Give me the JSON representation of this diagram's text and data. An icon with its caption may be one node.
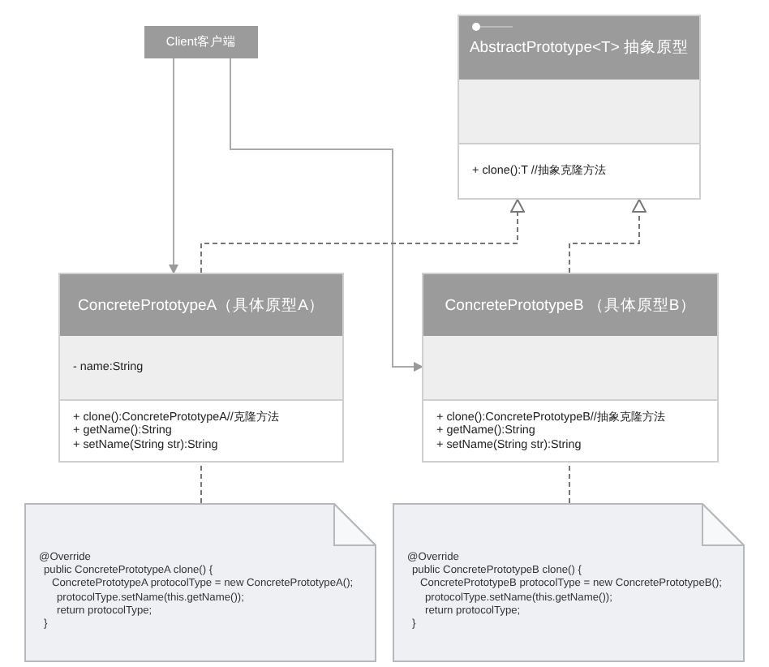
{
  "diagram": {
    "nodes": [
      {
        "text": [
          "Client客户端"
        ]
      },
      {
        "text": [
          "AbstractPrototype<T> 抽象原型",
          "+ clone():T //抽象克隆方法"
        ]
      },
      {
        "text": [
          "ConcretePrototypeA（具体原型A）",
          "- name:String",
          "+ clone():ConcretePrototypeA//克隆方法",
          "+ getName():String",
          "+ setName(String str):String"
        ]
      },
      {
        "text": [
          "ConcretePrototypeB （具体原型B）",
          "+ clone():ConcretePrototypeB//抽象克隆方法",
          "+ getName():String",
          "+ setName(String str):String"
        ]
      },
      {
        "text": [
          "@Override",
          "public ConcretePrototypeA clone() {",
          "ConcretePrototypeA protocolType = new ConcretePrototypeA();",
          "protocolType.setName(this.getName());",
          "return protocolType;",
          "}"
        ]
      },
      {
        "text": [
          "@Override",
          "public ConcretePrototypeB clone() {",
          "ConcretePrototypeB protocolType = new ConcretePrototypeB();",
          "protocolType.setName(this.getName());",
          "return protocolType;",
          "}"
        ]
      }
    ],
    "edges": [
      {
        "from": 0,
        "to": 2,
        "arrow": "to"
      },
      {
        "from": 0,
        "to": 3,
        "arrow": "to"
      },
      {
        "from": 2,
        "to": 1,
        "arrow": "to",
        "style": "dashed"
      },
      {
        "from": 3,
        "to": 1,
        "arrow": "to",
        "style": "dashed"
      },
      {
        "from": 4,
        "to": 2,
        "arrow": "none",
        "style": "dashed"
      },
      {
        "from": 5,
        "to": 3,
        "arrow": "none",
        "style": "dashed"
      }
    ]
  }
}
